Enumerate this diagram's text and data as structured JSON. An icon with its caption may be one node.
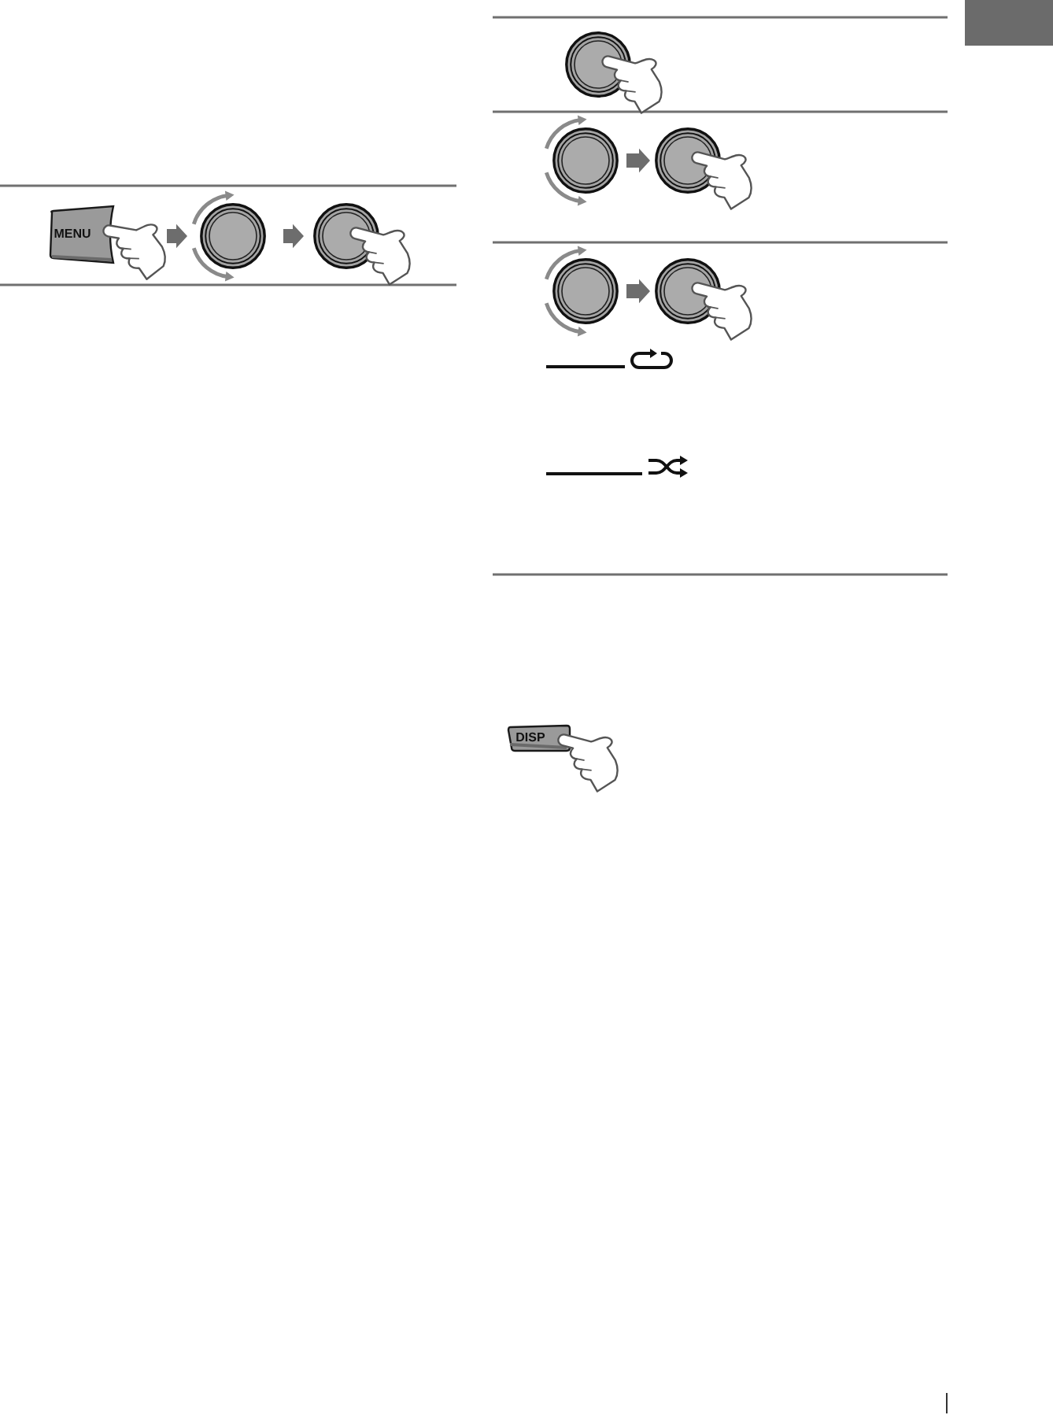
{
  "diagram": {
    "nodes": [
      {
        "text": [
          "MENU"
        ]
      },
      {
        "text": [],
        "shape": "circle"
      },
      {
        "text": [],
        "shape": "circle"
      },
      {
        "text": [],
        "shape": "circle"
      },
      {
        "text": [],
        "shape": "circle"
      },
      {
        "text": [],
        "shape": "circle"
      },
      {
        "text": [],
        "shape": "circle"
      },
      {
        "text": [],
        "shape": "circle"
      },
      {
        "text": [
          "DISP"
        ]
      }
    ],
    "edges": [
      {
        "from": 0,
        "to": 1,
        "arrow": "to"
      },
      {
        "from": 1,
        "to": 2,
        "arrow": "to"
      },
      {
        "from": 4,
        "to": 5,
        "arrow": "to"
      },
      {
        "from": 6,
        "to": 7,
        "arrow": "to"
      }
    ]
  }
}
